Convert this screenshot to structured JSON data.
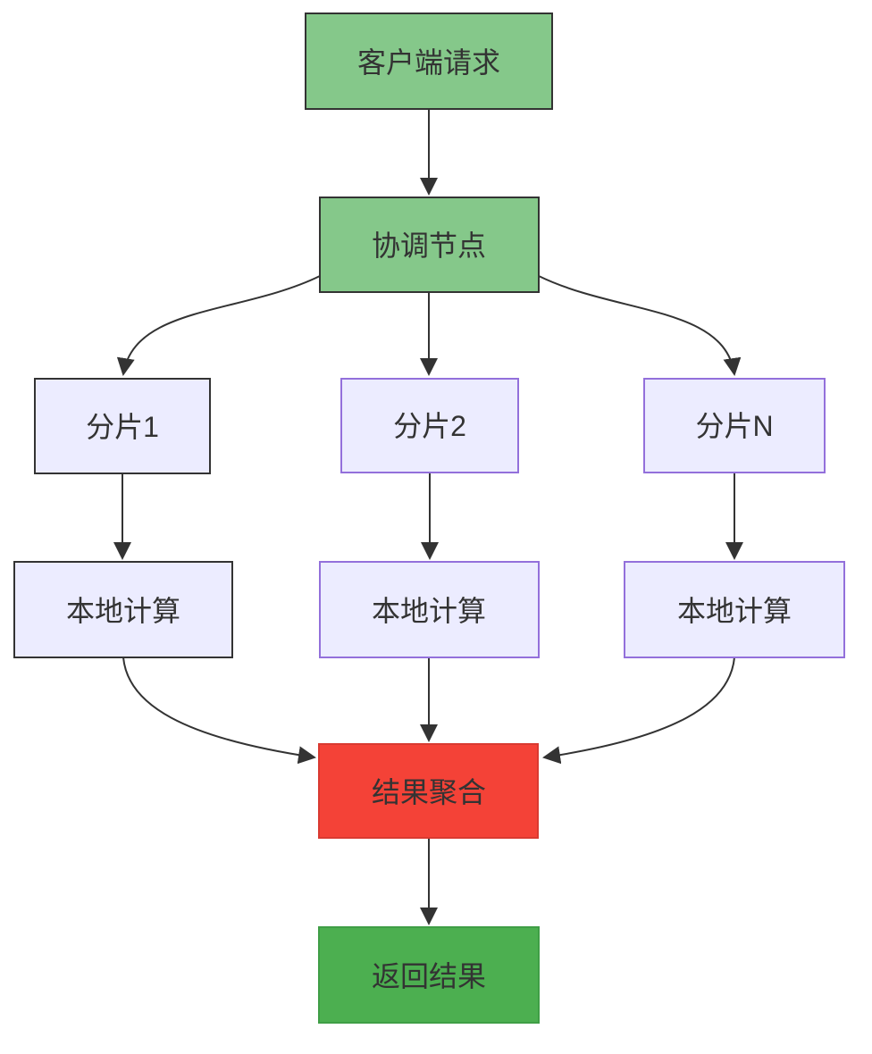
{
  "diagram": {
    "type": "flowchart",
    "direction": "top-down",
    "background": "#ffffff",
    "edge_color": "#333333",
    "text_color": "#333333"
  },
  "nodes": {
    "client": {
      "label": "客户端请求",
      "fill": "#85C88A",
      "stroke": "#333333",
      "text": "#333333"
    },
    "coordinator": {
      "label": "协调节点",
      "fill": "#85C88A",
      "stroke": "#333333",
      "text": "#333333"
    },
    "shard1": {
      "label": "分片1",
      "fill": "#ECECFF",
      "stroke": "#333333",
      "text": "#333333"
    },
    "shard2": {
      "label": "分片2",
      "fill": "#ECECFF",
      "stroke": "#9370DB",
      "text": "#333333"
    },
    "shardN": {
      "label": "分片N",
      "fill": "#ECECFF",
      "stroke": "#9370DB",
      "text": "#333333"
    },
    "local1": {
      "label": "本地计算",
      "fill": "#ECECFF",
      "stroke": "#333333",
      "text": "#333333"
    },
    "local2": {
      "label": "本地计算",
      "fill": "#ECECFF",
      "stroke": "#9370DB",
      "text": "#333333"
    },
    "local3": {
      "label": "本地计算",
      "fill": "#ECECFF",
      "stroke": "#9370DB",
      "text": "#333333"
    },
    "aggregate": {
      "label": "结果聚合",
      "fill": "#F44237",
      "stroke": "#D93A31",
      "text": "#333333"
    },
    "result": {
      "label": "返回结果",
      "fill": "#4CAF50",
      "stroke": "#3F9E46",
      "text": "#333333"
    }
  },
  "edges": [
    {
      "from": "client",
      "to": "coordinator"
    },
    {
      "from": "coordinator",
      "to": "shard1"
    },
    {
      "from": "coordinator",
      "to": "shard2"
    },
    {
      "from": "coordinator",
      "to": "shardN"
    },
    {
      "from": "shard1",
      "to": "local1"
    },
    {
      "from": "shard2",
      "to": "local2"
    },
    {
      "from": "shardN",
      "to": "local3"
    },
    {
      "from": "local1",
      "to": "aggregate"
    },
    {
      "from": "local2",
      "to": "aggregate"
    },
    {
      "from": "local3",
      "to": "aggregate"
    },
    {
      "from": "aggregate",
      "to": "result"
    }
  ]
}
